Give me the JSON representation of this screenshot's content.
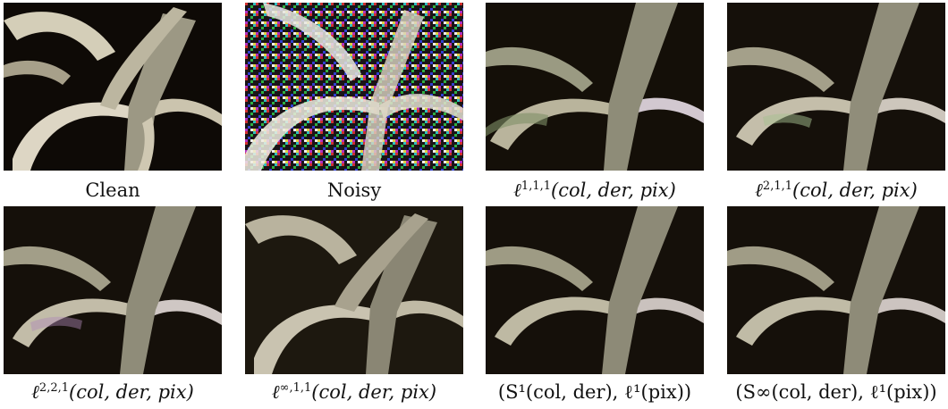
{
  "figure": {
    "panels": [
      {
        "id": "clean",
        "caption": "Clean",
        "style": "clean"
      },
      {
        "id": "noisy",
        "caption": "Noisy",
        "style": "noisy"
      },
      {
        "id": "l111",
        "caption_base": "ℓ",
        "caption_sup": "1,1,1",
        "caption_args": "(col, der, pix)",
        "style": "denoised-a"
      },
      {
        "id": "l211",
        "caption_base": "ℓ",
        "caption_sup": "2,1,1",
        "caption_args": "(col, der, pix)",
        "style": "denoised-b"
      },
      {
        "id": "l221",
        "caption_base": "ℓ",
        "caption_sup": "2,2,1",
        "caption_args": "(col, der, pix)",
        "style": "denoised-b"
      },
      {
        "id": "linf11",
        "caption_base": "ℓ",
        "caption_sup": "∞,1,1",
        "caption_args": "(col, der, pix)",
        "style": "denoised-inf"
      },
      {
        "id": "s1",
        "caption_full": "(S¹(col, der), ℓ¹(pix))",
        "style": "denoised-a"
      },
      {
        "id": "sinf",
        "caption_full": "(S∞(col, der), ℓ¹(pix))",
        "style": "denoised-a"
      }
    ]
  },
  "colors": {
    "background": "#151008",
    "petal_light": "#d8d2c0",
    "petal_mid": "#a9a38c",
    "stem": "#8c8a78"
  }
}
